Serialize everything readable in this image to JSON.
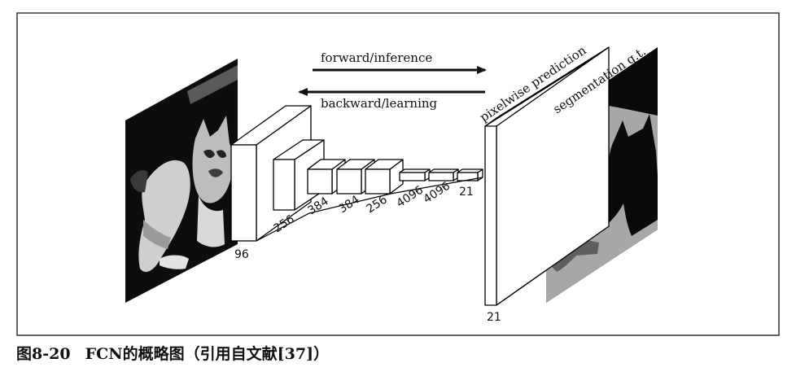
{
  "diagram": {
    "arrows": {
      "forward_label": "forward/inference",
      "backward_label": "backward/learning"
    },
    "layers": [
      {
        "label": "96"
      },
      {
        "label": "256"
      },
      {
        "label": "384"
      },
      {
        "label": "384"
      },
      {
        "label": "256"
      },
      {
        "label": "4096"
      },
      {
        "label": "4096"
      },
      {
        "label": "21"
      }
    ],
    "output": {
      "depth_label": "21",
      "prediction_label": "pixelwise prediction",
      "ground_truth_label": "segmentation g.t."
    },
    "colors": {
      "photo_bg": "#0d0d0d",
      "gt_bg": "#2a2a2a",
      "gt_region_light": "#a7a7a7",
      "gt_region_dark": "#5f5f5f",
      "gt_region_black": "#0a0a0a"
    }
  },
  "caption": {
    "figure_number": "图8-20",
    "title": "FCN的概略图（引用自文献[37]）"
  }
}
